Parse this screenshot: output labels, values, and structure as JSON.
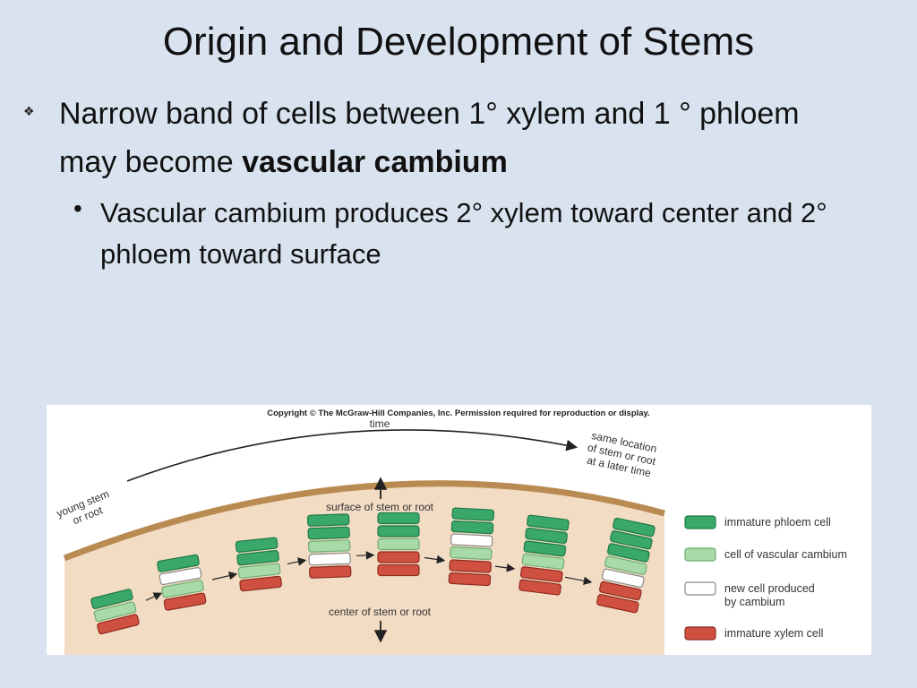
{
  "slide": {
    "title": "Origin and Development of Stems",
    "bullet1": {
      "marker": "❖",
      "text_part1": "Narrow band of cells between 1° xylem and 1 ° phloem may become ",
      "text_bold": "vascular cambium"
    },
    "bullet2": {
      "marker": "•",
      "text": "Vascular cambium produces 2° xylem toward center and 2° phloem toward surface"
    }
  },
  "figure": {
    "copyright": "Copyright © The McGraw-Hill Companies, Inc. Permission required for reproduction or display.",
    "time_label": "time",
    "young_label_line1": "young stem",
    "young_label_line2": "or root",
    "later_label_line1": "same location",
    "later_label_line2": "of stem or root",
    "later_label_line3": "at a later time",
    "surface_label": "surface of stem or root",
    "center_label": "center of stem or root",
    "legend": [
      {
        "label": "immature phloem cell",
        "color": "#3aa86a"
      },
      {
        "label": "cell of vascular cambium",
        "color": "#a8d9a8"
      },
      {
        "label": "new cell produced",
        "label2": "by cambium",
        "color": "#ffffff"
      },
      {
        "label": "immature xylem cell",
        "color": "#cf5040"
      }
    ],
    "stages": [
      [
        "phloem",
        "cambium",
        "xylem"
      ],
      [
        "phloem",
        "new",
        "cambium",
        "xylem"
      ],
      [
        "phloem",
        "phloem",
        "cambium",
        "xylem"
      ],
      [
        "phloem",
        "phloem",
        "cambium",
        "new",
        "xylem"
      ],
      [
        "phloem",
        "phloem",
        "cambium",
        "xylem",
        "xylem"
      ],
      [
        "phloem",
        "phloem",
        "new",
        "cambium",
        "xylem",
        "xylem"
      ],
      [
        "phloem",
        "phloem",
        "phloem",
        "cambium",
        "xylem",
        "xylem"
      ],
      [
        "phloem",
        "phloem",
        "phloem",
        "cambium",
        "new",
        "xylem",
        "xylem"
      ]
    ]
  }
}
